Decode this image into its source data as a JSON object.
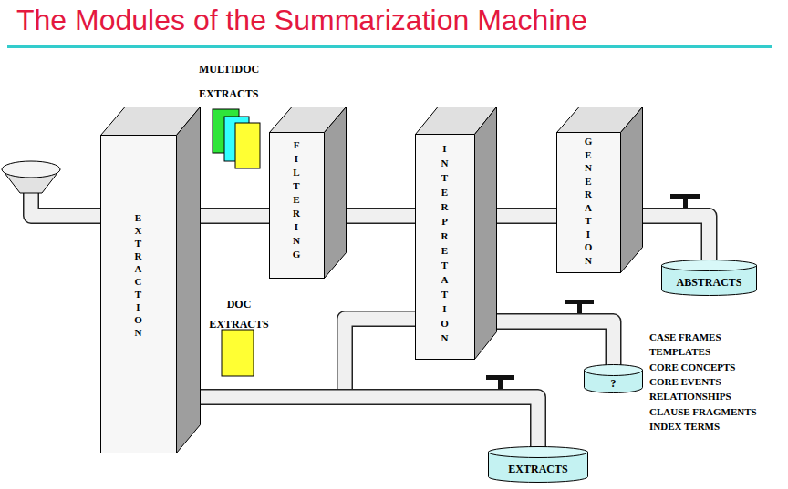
{
  "diagram": {
    "title": "The Modules of the Summarization Machine",
    "nodes": [
      {
        "text": [
          "EXTRACTION"
        ]
      },
      {
        "text": [
          "FILTERING"
        ]
      },
      {
        "text": [
          "INTERPRETATION"
        ]
      },
      {
        "text": [
          "GENERATION"
        ]
      },
      {
        "text": [
          "ABSTRACTS"
        ]
      },
      {
        "text": [
          "?"
        ]
      },
      {
        "text": [
          "EXTRACTS"
        ]
      }
    ],
    "edges": [
      {
        "from": 0,
        "to": 1,
        "arrow": "none"
      },
      {
        "from": 1,
        "to": 2,
        "arrow": "none"
      },
      {
        "from": 2,
        "to": 3,
        "arrow": "none"
      },
      {
        "from": 3,
        "to": 4,
        "arrow": "none"
      },
      {
        "from": 2,
        "to": 5,
        "arrow": "none"
      },
      {
        "from": 0,
        "to": 2,
        "arrow": "none"
      },
      {
        "from": 0,
        "to": 6,
        "arrow": "none"
      }
    ],
    "labels": [
      "MULTIDOC EXTRACTS",
      "DOC EXTRACTS",
      "CASE FRAMES",
      "TEMPLATES",
      "CORE CONCEPTS",
      "CORE EVENTS",
      "RELATIONSHIPS",
      "CLAUSE FRAGMENTS",
      "INDEX TERMS"
    ]
  }
}
